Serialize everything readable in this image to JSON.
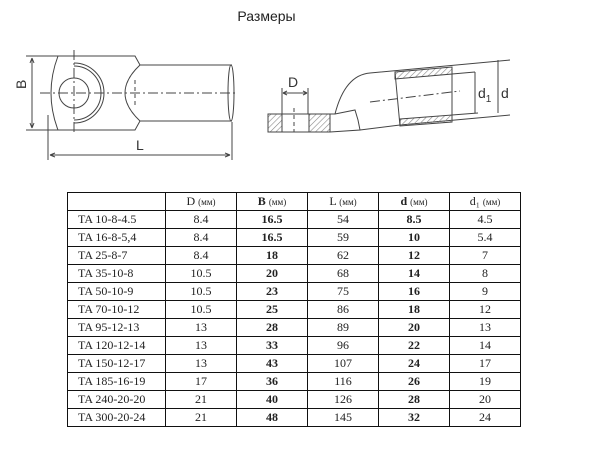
{
  "title": "Размеры",
  "drawing_labels": {
    "B": "B",
    "L": "L",
    "D": "D",
    "d1": "d",
    "d1_sub": "1",
    "d": "d"
  },
  "table": {
    "headers": [
      {
        "sym": "",
        "unit": ""
      },
      {
        "sym": "D",
        "unit": "(мм)"
      },
      {
        "sym": "B",
        "unit": "(мм)"
      },
      {
        "sym": "L",
        "unit": "(мм)"
      },
      {
        "sym": "d",
        "unit": "(мм)"
      },
      {
        "sym": "d₁",
        "unit": "(мм)"
      }
    ],
    "rows": [
      [
        "TA 10-8-4.5",
        "8.4",
        "16.5",
        "54",
        "8.5",
        "4.5"
      ],
      [
        "TA 16-8-5,4",
        "8.4",
        "16.5",
        "59",
        "10",
        "5.4"
      ],
      [
        "TA 25-8-7",
        "8.4",
        "18",
        "62",
        "12",
        "7"
      ],
      [
        "TA 35-10-8",
        "10.5",
        "20",
        "68",
        "14",
        "8"
      ],
      [
        "TA 50-10-9",
        "10.5",
        "23",
        "75",
        "16",
        "9"
      ],
      [
        "TA 70-10-12",
        "10.5",
        "25",
        "86",
        "18",
        "12"
      ],
      [
        "TA 95-12-13",
        "13",
        "28",
        "89",
        "20",
        "13"
      ],
      [
        "TA 120-12-14",
        "13",
        "33",
        "96",
        "22",
        "14"
      ],
      [
        "TA 150-12-17",
        "13",
        "43",
        "107",
        "24",
        "17"
      ],
      [
        "TA 185-16-19",
        "17",
        "36",
        "116",
        "26",
        "19"
      ],
      [
        "TA 240-20-20",
        "21",
        "40",
        "126",
        "28",
        "20"
      ],
      [
        "TA 300-20-24",
        "21",
        "48",
        "145",
        "32",
        "24"
      ]
    ]
  }
}
